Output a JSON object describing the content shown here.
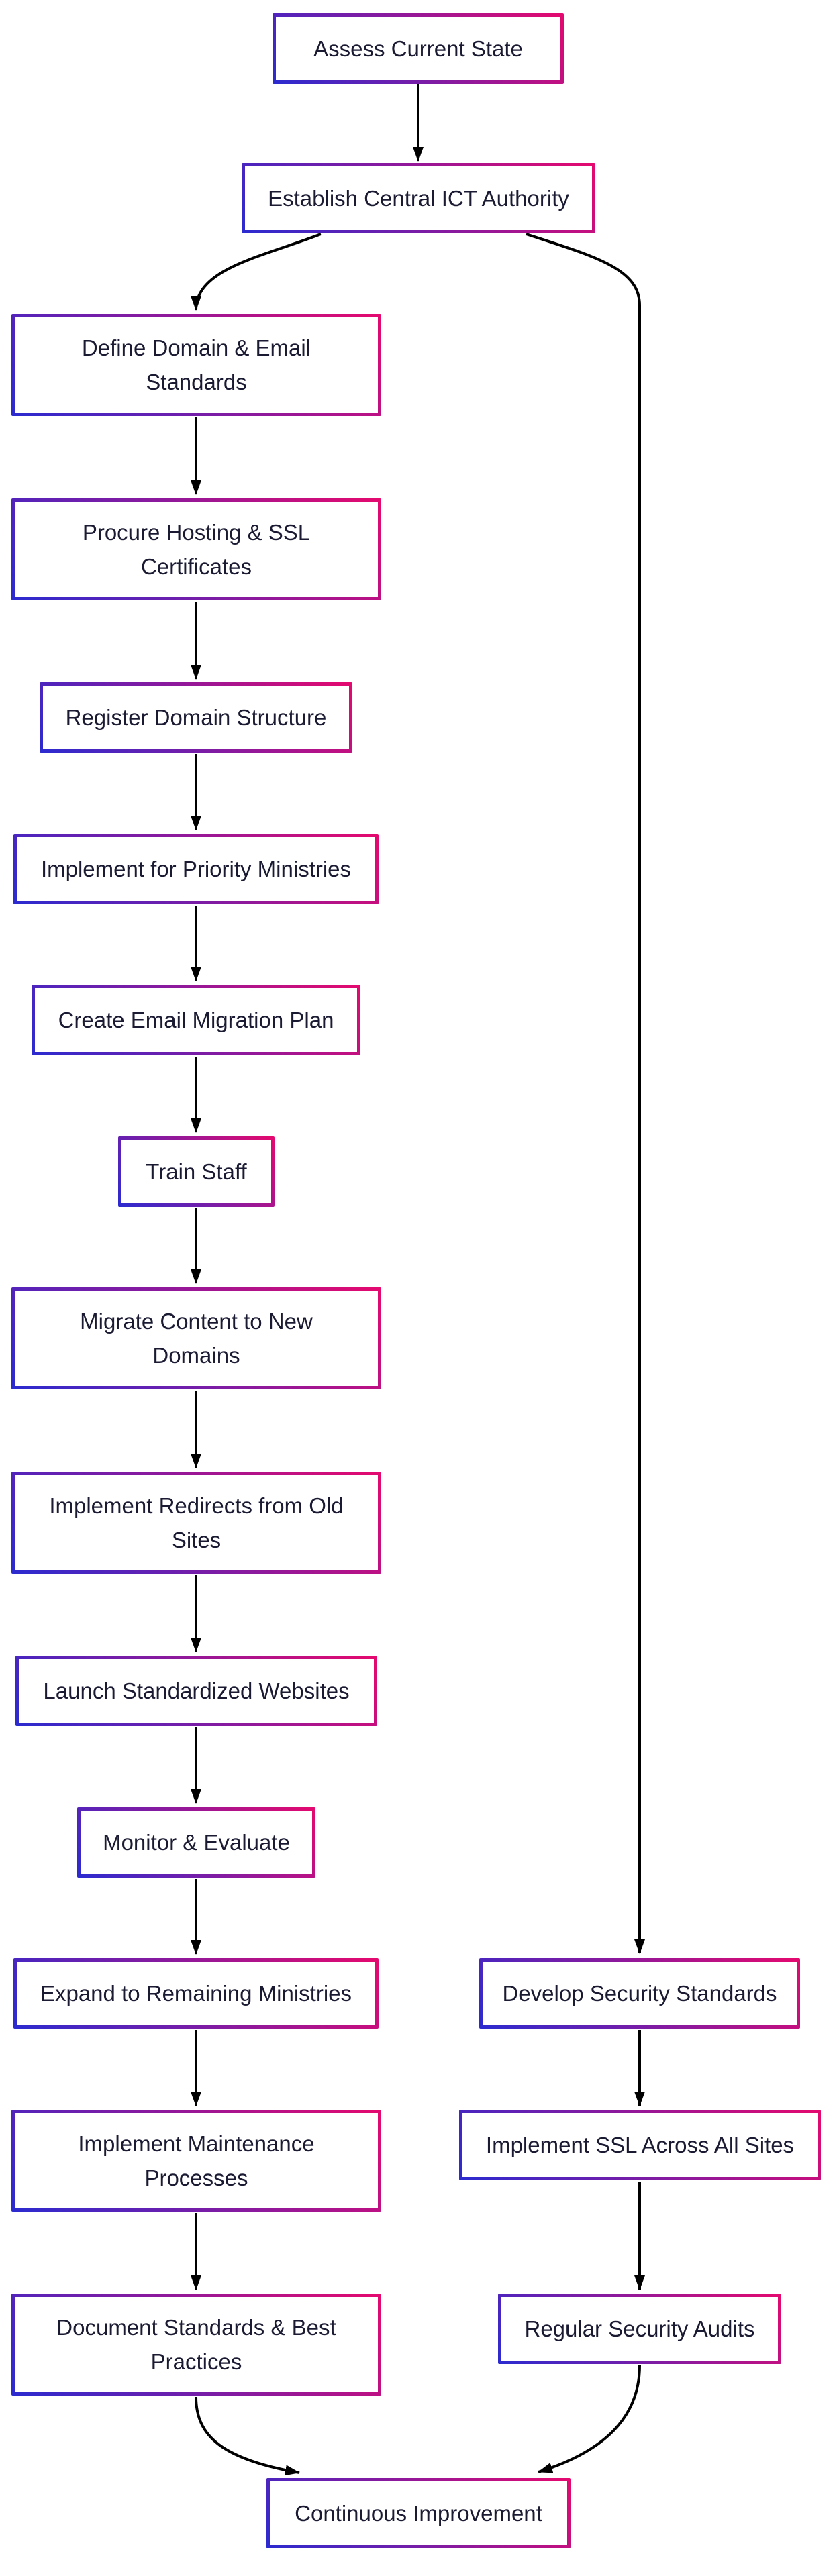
{
  "diagram": {
    "type": "flowchart",
    "direction": "top-down",
    "nodes": [
      {
        "id": "assess",
        "label": "Assess Current State"
      },
      {
        "id": "establish",
        "label": "Establish Central ICT Authority"
      },
      {
        "id": "define-standards",
        "label": "Define Domain & Email\nStandards"
      },
      {
        "id": "procure-hosting",
        "label": "Procure Hosting & SSL\nCertificates"
      },
      {
        "id": "register-domain",
        "label": "Register Domain Structure"
      },
      {
        "id": "implement-priority",
        "label": "Implement for Priority Ministries"
      },
      {
        "id": "email-migration-plan",
        "label": "Create Email Migration Plan"
      },
      {
        "id": "train-staff",
        "label": "Train Staff"
      },
      {
        "id": "migrate-content",
        "label": "Migrate Content to New\nDomains"
      },
      {
        "id": "implement-redirects",
        "label": "Implement Redirects from Old\nSites"
      },
      {
        "id": "launch-websites",
        "label": "Launch Standardized Websites"
      },
      {
        "id": "monitor-evaluate",
        "label": "Monitor & Evaluate"
      },
      {
        "id": "expand-ministries",
        "label": "Expand to Remaining Ministries"
      },
      {
        "id": "maintenance-processes",
        "label": "Implement Maintenance\nProcesses"
      },
      {
        "id": "document-standards",
        "label": "Document Standards & Best\nPractices"
      },
      {
        "id": "develop-security",
        "label": "Develop Security Standards"
      },
      {
        "id": "implement-ssl",
        "label": "Implement SSL Across All Sites"
      },
      {
        "id": "security-audits",
        "label": "Regular Security Audits"
      },
      {
        "id": "continuous-improvement",
        "label": "Continuous Improvement"
      }
    ],
    "edges": [
      {
        "from": "assess",
        "to": "establish"
      },
      {
        "from": "establish",
        "to": "define-standards"
      },
      {
        "from": "establish",
        "to": "develop-security"
      },
      {
        "from": "define-standards",
        "to": "procure-hosting"
      },
      {
        "from": "procure-hosting",
        "to": "register-domain"
      },
      {
        "from": "register-domain",
        "to": "implement-priority"
      },
      {
        "from": "implement-priority",
        "to": "email-migration-plan"
      },
      {
        "from": "email-migration-plan",
        "to": "train-staff"
      },
      {
        "from": "train-staff",
        "to": "migrate-content"
      },
      {
        "from": "migrate-content",
        "to": "implement-redirects"
      },
      {
        "from": "implement-redirects",
        "to": "launch-websites"
      },
      {
        "from": "launch-websites",
        "to": "monitor-evaluate"
      },
      {
        "from": "monitor-evaluate",
        "to": "expand-ministries"
      },
      {
        "from": "expand-ministries",
        "to": "maintenance-processes"
      },
      {
        "from": "maintenance-processes",
        "to": "document-standards"
      },
      {
        "from": "document-standards",
        "to": "continuous-improvement"
      },
      {
        "from": "develop-security",
        "to": "implement-ssl"
      },
      {
        "from": "implement-ssl",
        "to": "security-audits"
      },
      {
        "from": "security-audits",
        "to": "continuous-improvement"
      }
    ],
    "colors": {
      "border_gradient_start": "#e5096e",
      "border_gradient_end": "#2b2bd0",
      "node_fill": "#ffffff",
      "edge": "#000000",
      "text": "#1a1a33"
    }
  }
}
